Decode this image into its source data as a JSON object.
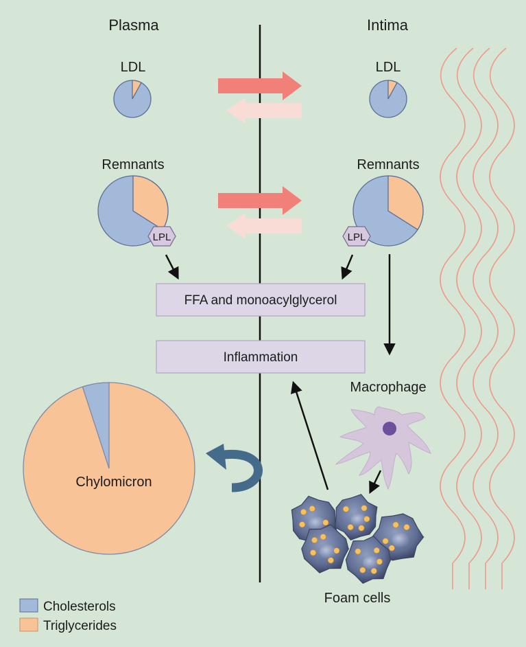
{
  "headers": {
    "left": "Plasma",
    "right": "Intima"
  },
  "particles": {
    "ldl_label": "LDL",
    "remnants_label": "Remnants",
    "chylomicron_label": "Chylomicron",
    "lpl_label": "LPL",
    "ldl_triglyceride_fraction": 0.08,
    "remnant_triglyceride_fraction": 0.34,
    "chylomicron_cholesterol_fraction": 0.05
  },
  "boxes": {
    "ffa": "FFA and monoacylglycerol",
    "inflammation": "Inflammation"
  },
  "cells": {
    "macrophage": "Macrophage",
    "foam_cells": "Foam cells"
  },
  "legend": {
    "cholesterols": "Cholesterols",
    "triglycerides": "Triglycerides"
  },
  "colors": {
    "background": "#d6e6d6",
    "cholesterol": "#a3b9d9",
    "triglyceride": "#f8c396",
    "arrow_forward": "#f08078",
    "arrow_back": "#fadcd6",
    "box_fill": "#dcd6e6",
    "elastic_fibers": "#ef9a88",
    "recycle_arrow": "#456b8a",
    "macrophage": "#d5c6dc",
    "nucleus": "#6d4f9e",
    "foam_cell": "#5f6d92",
    "lipid_droplet": "#f7c063"
  }
}
